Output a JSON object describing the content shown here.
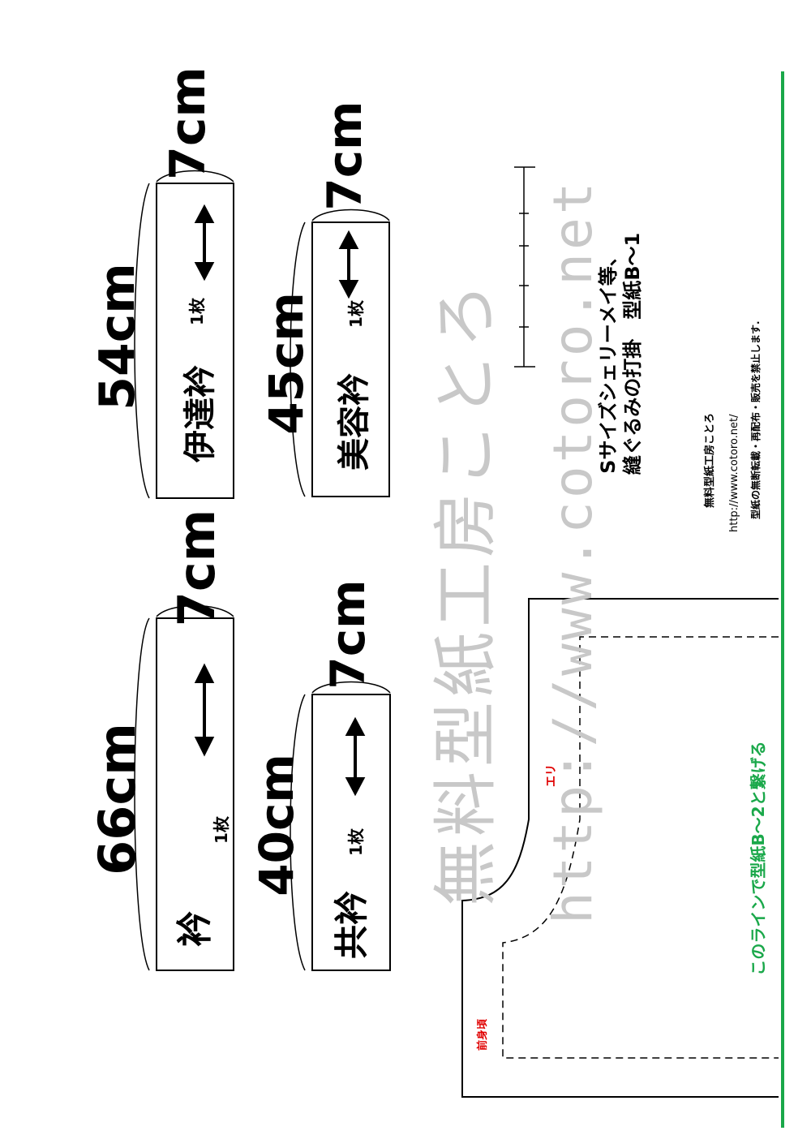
{
  "pieces": [
    {
      "id": "collar",
      "name": "衿",
      "count": "1枚",
      "length": "66cm",
      "width": "7cm"
    },
    {
      "id": "tomoeri",
      "name": "共衿",
      "count": "1枚",
      "length": "40cm",
      "width": "7cm"
    },
    {
      "id": "date-eri",
      "name": "伊達衿",
      "count": "1枚",
      "length": "54cm",
      "width": "7cm"
    },
    {
      "id": "biyou-eri",
      "name": "美容衿",
      "count": "1枚",
      "length": "45cm",
      "width": "7cm"
    }
  ],
  "watermark": {
    "line1": "無料型紙工房ことろ",
    "line2": "http://www.cotoro.net"
  },
  "title": {
    "line1": "Sサイズシェリーメイ等、",
    "line2": "縫ぐるみの打掛　型紙B～1"
  },
  "credits": {
    "line1": "無料型紙工房ことろ",
    "line2": "http://www.cotoro.net/",
    "line3": "型紙の無断転載・再配布・販売を禁止します."
  },
  "labels": {
    "eri": "エリ",
    "maemigoro": "前身頃"
  },
  "join_note": "このラインで型紙B～2と繋げる",
  "colors": {
    "green": "#1aa84a",
    "red": "#e00000"
  }
}
